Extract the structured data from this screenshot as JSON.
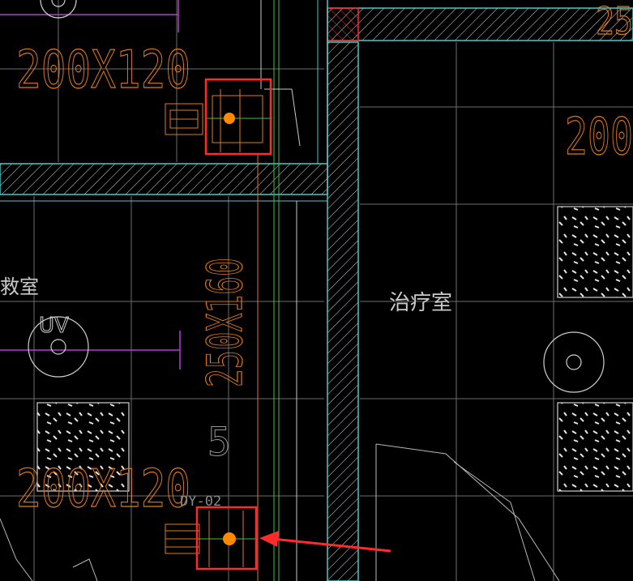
{
  "labels": {
    "duct_top": "200X120",
    "duct_bottom": "200X120",
    "duct_right_partial": "200",
    "duct_top_right_partial": "25",
    "duct_vertical": "250X160",
    "room_treatment": "治疗室",
    "room_left_partial": "救室",
    "uv_tag": "UV",
    "number_mark": "5",
    "equipment_tag": "DY-02"
  },
  "colors": {
    "background": "#000000",
    "grid": "#8a8a8a",
    "wall": "#49c9c9",
    "duct_orange": "#e07a1c",
    "pipe_green": "#3fbf3f",
    "magenta": "#b63bd6",
    "highlight_red": "#ff2a2a",
    "dot": "#ff8a00"
  }
}
